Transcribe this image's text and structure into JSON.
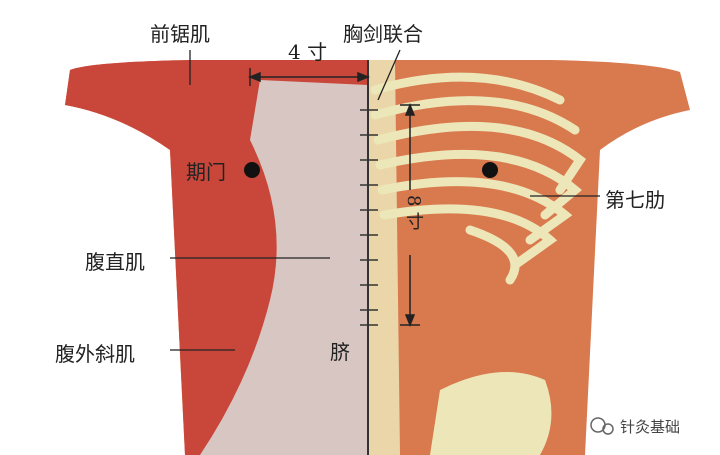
{
  "labels": {
    "serratus_anterior": "前锯肌",
    "distance_horizontal": "4 寸",
    "xiphisternal_junction": "胸剑联合",
    "qimen": "期门",
    "seventh_rib": "第七肋",
    "distance_vertical": "8 寸",
    "rectus_abdominis": "腹直肌",
    "external_oblique": "腹外斜肌",
    "navel": "脐"
  },
  "watermark": "针灸基础",
  "colors": {
    "muscle": "#c9473a",
    "skin": "#d9794e",
    "bone": "#ece6b8",
    "sheath": "#d8d4d0"
  }
}
